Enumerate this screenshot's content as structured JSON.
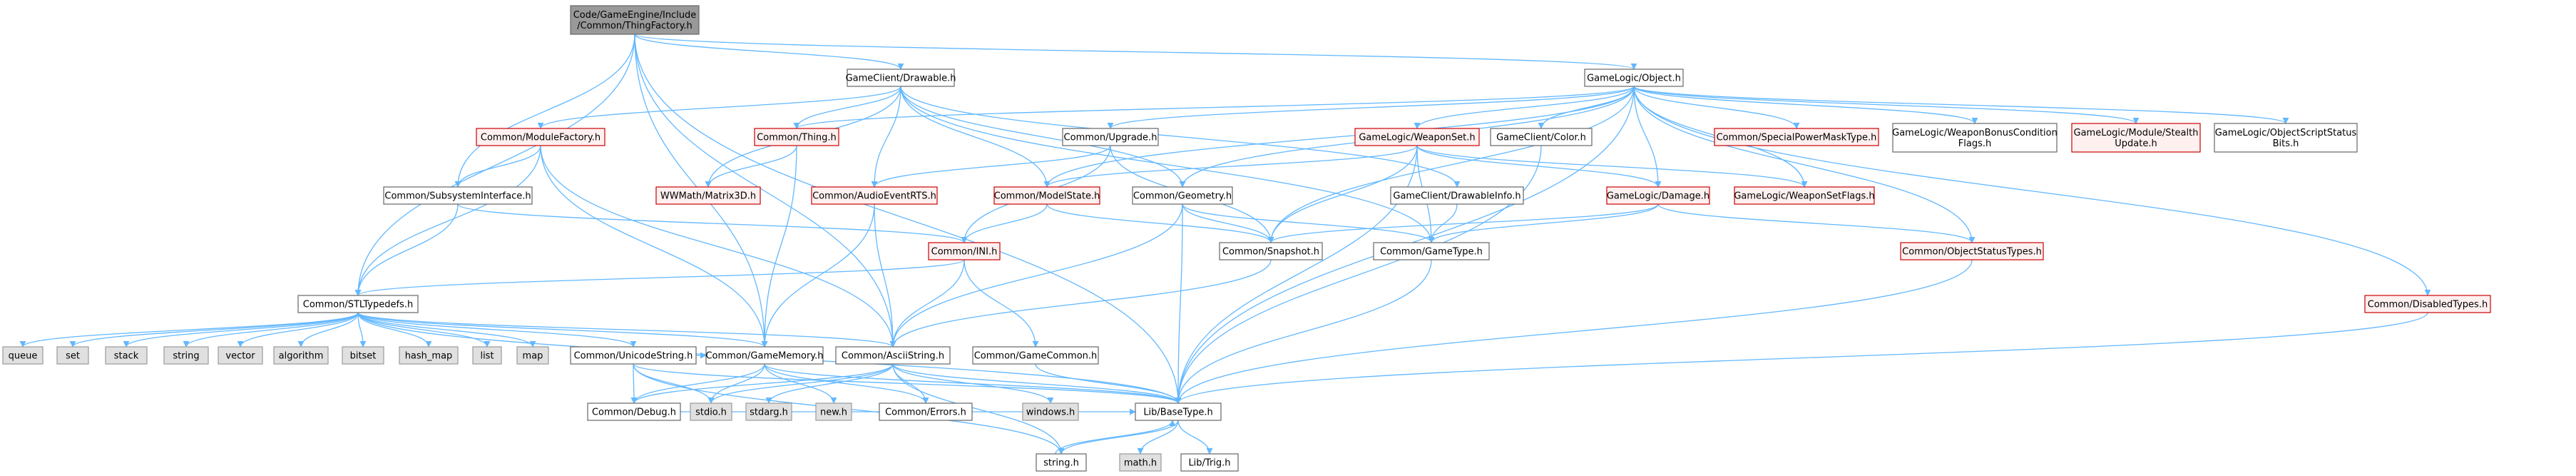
{
  "colors": {
    "edge": "#63b8ff",
    "normal_fill": "#ffffff",
    "normal_border": "#666666",
    "root_fill": "#999999",
    "root_border": "#666666",
    "red_fill": "#fff0f0",
    "red_border": "#cc0000",
    "system_fill": "#e0e0e0",
    "system_border": "#999999"
  },
  "nodes": [
    {
      "id": "root",
      "kind": "root",
      "lines": [
        "Code/GameEngine/Include",
        "/Common/ThingFactory.h"
      ]
    },
    {
      "id": "drawable",
      "kind": "normal",
      "lines": [
        "GameClient/Drawable.h"
      ]
    },
    {
      "id": "object",
      "kind": "normal",
      "lines": [
        "GameLogic/Object.h"
      ]
    },
    {
      "id": "modulefactory",
      "kind": "red",
      "lines": [
        "Common/ModuleFactory.h"
      ]
    },
    {
      "id": "thing",
      "kind": "red",
      "lines": [
        "Common/Thing.h"
      ]
    },
    {
      "id": "upgrade",
      "kind": "normal",
      "lines": [
        "Common/Upgrade.h"
      ]
    },
    {
      "id": "weaponset",
      "kind": "red",
      "lines": [
        "GameLogic/WeaponSet.h"
      ]
    },
    {
      "id": "color",
      "kind": "normal",
      "lines": [
        "GameClient/Color.h"
      ]
    },
    {
      "id": "specialpower",
      "kind": "red",
      "lines": [
        "Common/SpecialPowerMaskType.h"
      ]
    },
    {
      "id": "weaponbonus",
      "kind": "normal",
      "lines": [
        "GameLogic/WeaponBonusCondition",
        "Flags.h"
      ]
    },
    {
      "id": "stealth",
      "kind": "red",
      "lines": [
        "GameLogic/Module/Stealth",
        "Update.h"
      ]
    },
    {
      "id": "scriptstatus",
      "kind": "normal",
      "lines": [
        "GameLogic/ObjectScriptStatus",
        "Bits.h"
      ]
    },
    {
      "id": "subsystem",
      "kind": "normal",
      "lines": [
        "Common/SubsystemInterface.h"
      ]
    },
    {
      "id": "matrix3d",
      "kind": "red",
      "lines": [
        "WWMath/Matrix3D.h"
      ]
    },
    {
      "id": "audioevent",
      "kind": "red",
      "lines": [
        "Common/AudioEventRTS.h"
      ]
    },
    {
      "id": "modelstate",
      "kind": "red",
      "lines": [
        "Common/ModelState.h"
      ]
    },
    {
      "id": "geometry",
      "kind": "normal",
      "lines": [
        "Common/Geometry.h"
      ]
    },
    {
      "id": "drawableinfo",
      "kind": "normal",
      "lines": [
        "GameClient/DrawableInfo.h"
      ]
    },
    {
      "id": "damage",
      "kind": "red",
      "lines": [
        "GameLogic/Damage.h"
      ]
    },
    {
      "id": "weaponsetflags",
      "kind": "red",
      "lines": [
        "GameLogic/WeaponSetFlags.h"
      ]
    },
    {
      "id": "ini",
      "kind": "red",
      "lines": [
        "Common/INI.h"
      ]
    },
    {
      "id": "snapshot",
      "kind": "normal",
      "lines": [
        "Common/Snapshot.h"
      ]
    },
    {
      "id": "gametype",
      "kind": "normal",
      "lines": [
        "Common/GameType.h"
      ]
    },
    {
      "id": "objectstatus",
      "kind": "red",
      "lines": [
        "Common/ObjectStatusTypes.h"
      ]
    },
    {
      "id": "disabledtypes",
      "kind": "red",
      "lines": [
        "Common/DisabledTypes.h"
      ]
    },
    {
      "id": "stltypedefs",
      "kind": "normal",
      "lines": [
        "Common/STLTypedefs.h"
      ]
    },
    {
      "id": "queue",
      "kind": "system",
      "lines": [
        "queue"
      ]
    },
    {
      "id": "set",
      "kind": "system",
      "lines": [
        "set"
      ]
    },
    {
      "id": "stack",
      "kind": "system",
      "lines": [
        "stack"
      ]
    },
    {
      "id": "string",
      "kind": "system",
      "lines": [
        "string"
      ]
    },
    {
      "id": "vector",
      "kind": "system",
      "lines": [
        "vector"
      ]
    },
    {
      "id": "algorithm",
      "kind": "system",
      "lines": [
        "algorithm"
      ]
    },
    {
      "id": "bitset",
      "kind": "system",
      "lines": [
        "bitset"
      ]
    },
    {
      "id": "hash_map",
      "kind": "system",
      "lines": [
        "hash_map"
      ]
    },
    {
      "id": "list",
      "kind": "system",
      "lines": [
        "list"
      ]
    },
    {
      "id": "map",
      "kind": "system",
      "lines": [
        "map"
      ]
    },
    {
      "id": "unicodestring",
      "kind": "normal",
      "lines": [
        "Common/UnicodeString.h"
      ]
    },
    {
      "id": "gamememory",
      "kind": "normal",
      "lines": [
        "Common/GameMemory.h"
      ]
    },
    {
      "id": "asciistring",
      "kind": "normal",
      "lines": [
        "Common/AsciiString.h"
      ]
    },
    {
      "id": "gamecommon",
      "kind": "normal",
      "lines": [
        "Common/GameCommon.h"
      ]
    },
    {
      "id": "debug",
      "kind": "normal",
      "lines": [
        "Common/Debug.h"
      ]
    },
    {
      "id": "stdio",
      "kind": "system",
      "lines": [
        "stdio.h"
      ]
    },
    {
      "id": "stdarg",
      "kind": "system",
      "lines": [
        "stdarg.h"
      ]
    },
    {
      "id": "new",
      "kind": "system",
      "lines": [
        "new.h"
      ]
    },
    {
      "id": "errors",
      "kind": "normal",
      "lines": [
        "Common/Errors.h"
      ]
    },
    {
      "id": "windows",
      "kind": "system",
      "lines": [
        "windows.h"
      ]
    },
    {
      "id": "basetype",
      "kind": "normal",
      "lines": [
        "Lib/BaseType.h"
      ]
    },
    {
      "id": "stringh",
      "kind": "normal",
      "lines": [
        "string.h"
      ]
    },
    {
      "id": "math",
      "kind": "system",
      "lines": [
        "math.h"
      ]
    },
    {
      "id": "trig",
      "kind": "normal",
      "lines": [
        "Lib/Trig.h"
      ]
    }
  ],
  "edges": [
    [
      "root",
      "drawable"
    ],
    [
      "root",
      "object"
    ],
    [
      "root",
      "stltypedefs"
    ],
    [
      "root",
      "subsystem"
    ],
    [
      "root",
      "gamememory"
    ],
    [
      "root",
      "asciistring"
    ],
    [
      "root",
      "basetype"
    ],
    [
      "drawable",
      "modulefactory"
    ],
    [
      "drawable",
      "thing"
    ],
    [
      "drawable",
      "matrix3d"
    ],
    [
      "drawable",
      "audioevent"
    ],
    [
      "drawable",
      "modelstate"
    ],
    [
      "drawable",
      "geometry"
    ],
    [
      "drawable",
      "drawableinfo"
    ],
    [
      "drawable",
      "gametype"
    ],
    [
      "object",
      "thing"
    ],
    [
      "object",
      "upgrade"
    ],
    [
      "object",
      "weaponset"
    ],
    [
      "object",
      "color"
    ],
    [
      "object",
      "specialpower"
    ],
    [
      "object",
      "weaponbonus"
    ],
    [
      "object",
      "stealth"
    ],
    [
      "object",
      "scriptstatus"
    ],
    [
      "object",
      "disabledtypes"
    ],
    [
      "object",
      "geometry"
    ],
    [
      "object",
      "snapshot"
    ],
    [
      "object",
      "damage"
    ],
    [
      "object",
      "weaponsetflags"
    ],
    [
      "object",
      "objectstatus"
    ],
    [
      "object",
      "modelstate"
    ],
    [
      "object",
      "basetype"
    ],
    [
      "modulefactory",
      "subsystem"
    ],
    [
      "modulefactory",
      "stltypedefs"
    ],
    [
      "modulefactory",
      "gamememory"
    ],
    [
      "modulefactory",
      "asciistring"
    ],
    [
      "thing",
      "matrix3d"
    ],
    [
      "thing",
      "gamememory"
    ],
    [
      "upgrade",
      "audioevent"
    ],
    [
      "upgrade",
      "snapshot"
    ],
    [
      "upgrade",
      "ini"
    ],
    [
      "weaponset",
      "modelstate"
    ],
    [
      "weaponset",
      "damage"
    ],
    [
      "weaponset",
      "weaponsetflags"
    ],
    [
      "weaponset",
      "snapshot"
    ],
    [
      "weaponset",
      "gametype"
    ],
    [
      "weaponset",
      "basetype"
    ],
    [
      "color",
      "basetype"
    ],
    [
      "subsystem",
      "stltypedefs"
    ],
    [
      "subsystem",
      "ini"
    ],
    [
      "audioevent",
      "asciistring"
    ],
    [
      "audioevent",
      "gamememory"
    ],
    [
      "modelstate",
      "ini"
    ],
    [
      "modelstate",
      "snapshot"
    ],
    [
      "geometry",
      "snapshot"
    ],
    [
      "geometry",
      "gametype"
    ],
    [
      "geometry",
      "basetype"
    ],
    [
      "geometry",
      "asciistring"
    ],
    [
      "drawableinfo",
      "gametype"
    ],
    [
      "damage",
      "snapshot"
    ],
    [
      "damage",
      "gametype"
    ],
    [
      "damage",
      "objectstatus"
    ],
    [
      "ini",
      "stltypedefs"
    ],
    [
      "ini",
      "asciistring"
    ],
    [
      "ini",
      "gamecommon"
    ],
    [
      "snapshot",
      "asciistring"
    ],
    [
      "gametype",
      "basetype"
    ],
    [
      "objectstatus",
      "basetype"
    ],
    [
      "disabledtypes",
      "basetype"
    ],
    [
      "stltypedefs",
      "queue"
    ],
    [
      "stltypedefs",
      "set"
    ],
    [
      "stltypedefs",
      "stack"
    ],
    [
      "stltypedefs",
      "string"
    ],
    [
      "stltypedefs",
      "vector"
    ],
    [
      "stltypedefs",
      "algorithm"
    ],
    [
      "stltypedefs",
      "bitset"
    ],
    [
      "stltypedefs",
      "hash_map"
    ],
    [
      "stltypedefs",
      "list"
    ],
    [
      "stltypedefs",
      "map"
    ],
    [
      "stltypedefs",
      "unicodestring"
    ],
    [
      "stltypedefs",
      "gamememory"
    ],
    [
      "stltypedefs",
      "asciistring"
    ],
    [
      "stltypedefs",
      "basetype"
    ],
    [
      "unicodestring",
      "debug"
    ],
    [
      "unicodestring",
      "gamememory"
    ],
    [
      "unicodestring",
      "stdio"
    ],
    [
      "unicodestring",
      "basetype"
    ],
    [
      "unicodestring",
      "stringh"
    ],
    [
      "gamememory",
      "debug"
    ],
    [
      "gamememory",
      "stdio"
    ],
    [
      "gamememory",
      "new"
    ],
    [
      "gamememory",
      "errors"
    ],
    [
      "gamememory",
      "basetype"
    ],
    [
      "asciistring",
      "debug"
    ],
    [
      "asciistring",
      "stdio"
    ],
    [
      "asciistring",
      "stdarg"
    ],
    [
      "asciistring",
      "errors"
    ],
    [
      "asciistring",
      "basetype"
    ],
    [
      "asciistring",
      "stringh"
    ],
    [
      "asciistring",
      "windows"
    ],
    [
      "gamecommon",
      "basetype"
    ],
    [
      "debug",
      "basetype"
    ],
    [
      "basetype",
      "stringh"
    ],
    [
      "basetype",
      "math"
    ],
    [
      "basetype",
      "trig"
    ],
    [
      "stringh",
      "basetype"
    ]
  ]
}
